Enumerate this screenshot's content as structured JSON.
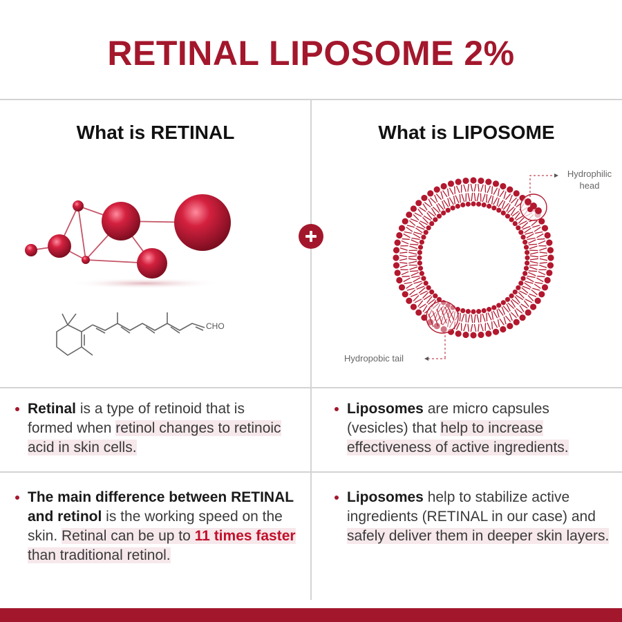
{
  "title": "RETINAL LIPOSOME 2%",
  "colors": {
    "accent": "#a3172c",
    "highlight": "#f6e8eb",
    "divider": "#d3d3d3"
  },
  "left": {
    "heading": "What is RETINAL",
    "molecule_label": "CHO",
    "block1": {
      "term": "Retinal",
      "t1": " is a type of retinoid that is formed when ",
      "highlight": "retinol changes to retinoic acid in skin cells."
    },
    "block2": {
      "bold": "The main difference between RETINAL and retinol",
      "t1": " is the working speed  on the skin. ",
      "hl_before": "Retinal can be up to ",
      "emphasis": "11 times faster",
      "hl_after": " than traditional retinol."
    }
  },
  "right": {
    "heading": "What is LIPOSOME",
    "label_head": "Hydrophilic head",
    "label_tail": "Hydropobic tail",
    "block1": {
      "term": "Liposomes",
      "t1": " are micro capsules (vesicles) that ",
      "highlight": "help to increase effectiveness of active ingredients."
    },
    "block2": {
      "term": "Liposomes",
      "t1": " help to stabilize active ingredients (RETINAL in our case) and ",
      "highlight": "safely deliver them in deeper skin layers."
    }
  },
  "icons": {
    "plus": "plus-circle-icon",
    "molecule": "molecule-icon",
    "liposome": "liposome-diagram-icon"
  }
}
